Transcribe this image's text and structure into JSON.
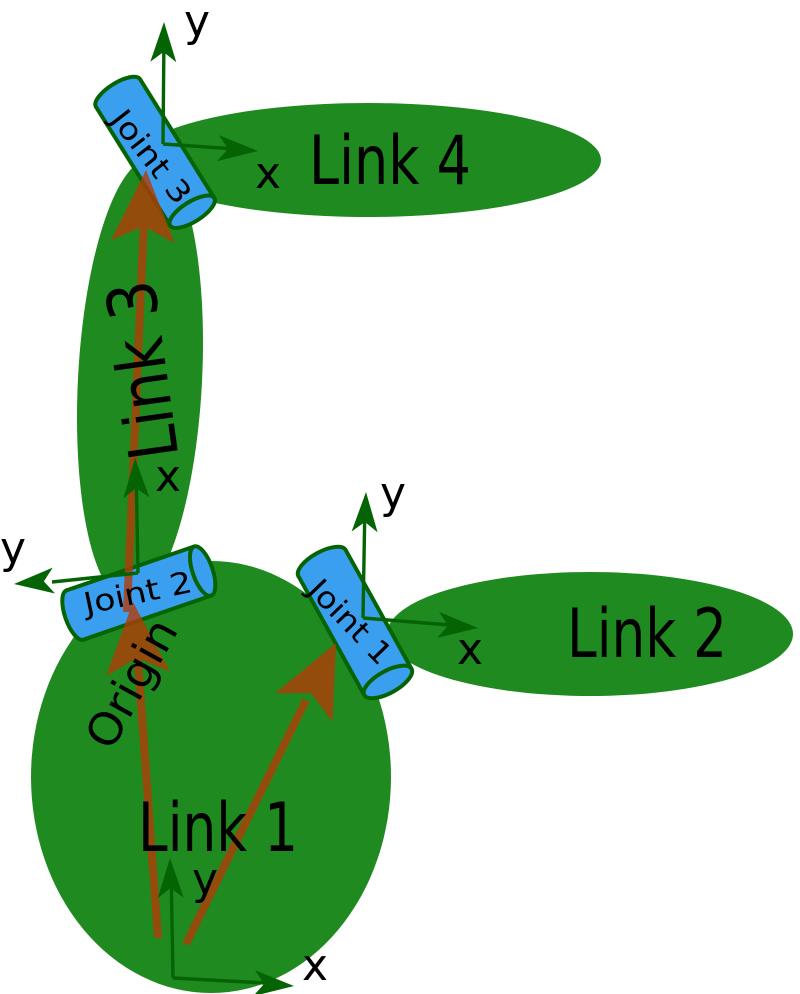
{
  "colors": {
    "link_green": "#1f8a1f",
    "joint_blue": "#3b9ff0",
    "outline_dark_green": "#046404",
    "axis_dark_green": "#046404",
    "arrow_red": "#b23c08",
    "label_black": "#000000",
    "background_white": "#ffffff"
  },
  "links": [
    {
      "label": "Link 1"
    },
    {
      "label": "Link 2"
    },
    {
      "label": "Link 3"
    },
    {
      "label": "Link 4"
    }
  ],
  "joints": [
    {
      "label": "Joint 1"
    },
    {
      "label": "Joint 2"
    },
    {
      "label": "Joint 3"
    }
  ],
  "origin_label": "Origin",
  "frames": {
    "base": {
      "x": "x",
      "y": "y"
    },
    "joint1": {
      "x": "x",
      "y": "y"
    },
    "joint2": {
      "x": "x",
      "y": "y"
    },
    "joint3": {
      "x": "x",
      "y": "y"
    }
  }
}
